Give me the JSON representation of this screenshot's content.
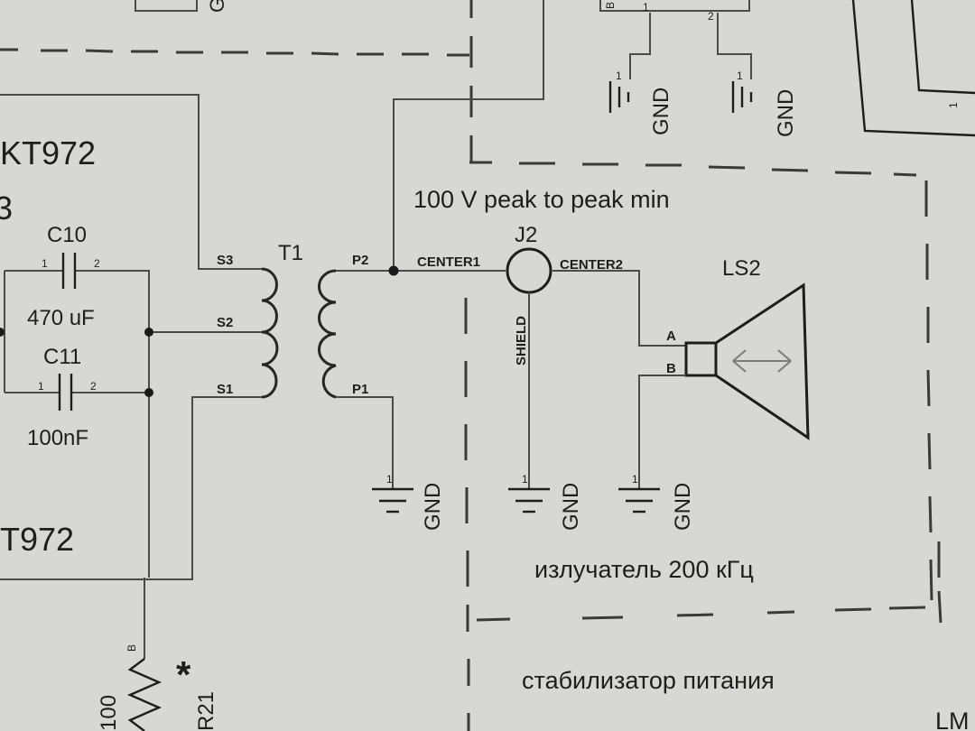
{
  "labels": {
    "kt972_top": "KT972",
    "kt972_bottom": "T972",
    "c10": "C10",
    "c10_value": "470 uF",
    "c11": "C11",
    "c11_value": "100nF",
    "t1": "T1",
    "s3": "S3",
    "s2": "S2",
    "s1": "S1",
    "p2": "P2",
    "p1": "P1",
    "j2": "J2",
    "center1": "CENTER1",
    "center2": "CENTER2",
    "shield": "SHIELD",
    "ls2": "LS2",
    "pin_a": "A",
    "pin_b": "B",
    "r21": "R21",
    "r21_value": "100",
    "r21_pin": "B",
    "asterisk": "*",
    "peak_note": "100 V peak to peak min",
    "emitter_label": "излучатель 200 кГц",
    "stabilizer_label": "стабилизатор питания",
    "gnd": "GND",
    "pin1": "1",
    "pin2": "2",
    "partial_top_letter": "B",
    "partial_left_digit": "3",
    "partial_bottom_right": "LM"
  }
}
